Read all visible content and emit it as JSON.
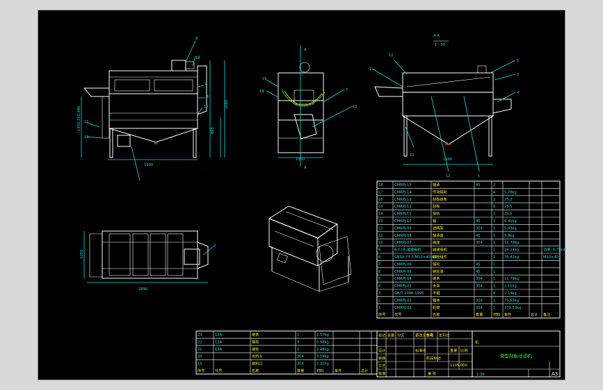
{
  "views": {
    "front": {
      "width_dim": "1900",
      "height_dim": "2080",
      "sub_dim": "865",
      "left_dim": "1450,150,480",
      "balloons": [
        "8",
        "18",
        "6",
        "5",
        "10",
        "11",
        "19"
      ]
    },
    "side": {
      "width_dim": "1050",
      "section_mark": "A",
      "balloons": [
        "16",
        "14",
        "7",
        "13"
      ]
    },
    "section": {
      "title": "A-A",
      "scale": "1 : 30",
      "width_dim": "1900",
      "balloons": [
        "12",
        "1",
        "5",
        "3",
        "4",
        "11",
        "12",
        "1"
      ]
    },
    "plan": {
      "width_dim": "2890",
      "height_dim": "1050",
      "balloons": [
        "2"
      ]
    }
  },
  "bom_main": {
    "header": [
      "序号",
      "代号",
      "名称",
      "数量",
      "材料",
      "单件",
      "总计",
      "备注"
    ],
    "rows": [
      [
        "18",
        "CMRPJ-15",
        "轴承",
        "45",
        "2",
        "",
        "",
        ""
      ],
      [
        "17",
        "CMRPJ-14",
        "传动链轮",
        "",
        "4",
        "5.78kg",
        "",
        ""
      ],
      [
        "16",
        "CMRPJ-13",
        "刮板链条",
        "",
        "2",
        "25.2",
        "",
        ""
      ],
      [
        "15",
        "CMRPJ-12",
        "刮板",
        "",
        "8",
        "25.5",
        "",
        ""
      ],
      [
        "14",
        "CMRPJ-11",
        "导轨",
        "",
        "1",
        "25.5",
        "",
        ""
      ],
      [
        "13",
        "CMRPJ-10",
        "轴",
        "45",
        "1",
        "6.41kg",
        "",
        ""
      ],
      [
        "12",
        "CMRPJ-09",
        "滤网架",
        "304",
        "1",
        "5.83kg",
        "",
        ""
      ],
      [
        "11",
        "CMRPJ-08",
        "轴承座",
        "45",
        "1",
        "5.9kg",
        "",
        ""
      ],
      [
        "10",
        "CMRPJ-07",
        "底座",
        "304",
        "1",
        "11.79kg",
        "",
        ""
      ],
      [
        "9",
        "B-Y-18-减速电机",
        "减速电机",
        "",
        "1",
        "26.24kg",
        "",
        "功率: 0.75kW"
      ],
      [
        "8",
        "GB59-73-3-M10×40-4-8",
        "螺栓组件",
        "",
        "1",
        "76.41kg",
        "",
        "M10×40"
      ],
      [
        "7",
        "CMRPJ-06",
        "链轮",
        "45",
        "1",
        "",
        "",
        ""
      ],
      [
        "6",
        "CMRPJ-05",
        "链轮罩",
        "45",
        "1",
        "",
        "",
        ""
      ],
      [
        "5",
        "CMRPJ-04",
        "链条",
        "304",
        "1",
        "11.79kg",
        "",
        ""
      ],
      [
        "4",
        "CMRPJ-03",
        "支架",
        "304",
        "1",
        "2.11kg",
        "",
        ""
      ],
      [
        "3",
        "GB/T 1096-1995",
        "平键",
        "",
        "8",
        "2.14kg",
        "",
        ""
      ],
      [
        "2",
        "CMRPJ-02",
        "箱体",
        "304",
        "1",
        "75.65kg",
        "",
        ""
      ],
      [
        "1",
        "CMRPJ-01",
        "机架",
        "304",
        "1",
        "379.53kg",
        "",
        ""
      ]
    ]
  },
  "bom_lower": {
    "header": [
      "序号",
      "代号",
      "名称",
      "数量",
      "材料",
      "单件",
      "总计",
      "备注"
    ],
    "rows": [
      [
        "23",
        "12A",
        "链条",
        "1",
        "2.57kg",
        "",
        "",
        ""
      ],
      [
        "22",
        "12A",
        "链轮",
        "9",
        "0.98kg",
        "",
        "",
        ""
      ],
      [
        "21",
        "12A",
        "链轮",
        "1",
        "2.48kg",
        "",
        "",
        ""
      ],
      [
        "20",
        "",
        "出料斗",
        "304",
        "3.59kg",
        "",
        "",
        ""
      ],
      [
        "19",
        "",
        "放料口",
        "304",
        "2.32kg",
        "",
        "",
        ""
      ]
    ]
  },
  "title_block": {
    "drawing_title": "微型刮板过滤机",
    "stage": "阶段标记",
    "weight": "重量",
    "scale_label": "比例",
    "scale_value": "1:30",
    "sheet_label": "第 张",
    "size": "A3",
    "designer": "设计",
    "checker": "审核",
    "process": "工艺",
    "approve": "批准",
    "mark": "标记",
    "count": "处数",
    "zone": "分区",
    "change_no": "更改文件号",
    "sign": "签名",
    "date": "年月日",
    "std": "标准化",
    "company": "机",
    "code": "1105.000"
  }
}
